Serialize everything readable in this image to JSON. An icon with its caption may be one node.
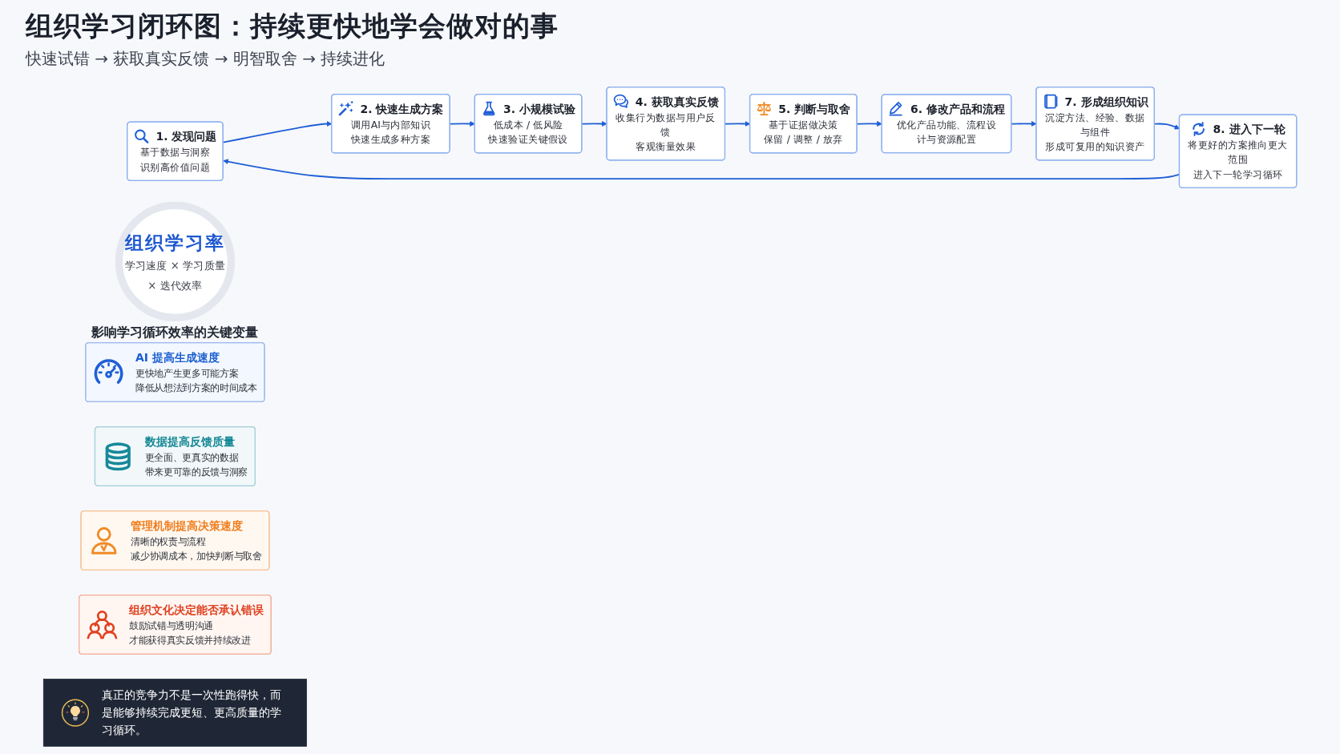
{
  "diagram": {
    "title": "组织学习闭环图：持续更快地学会做对的事",
    "nodes": [
      {
        "text": [
          "1. 发现问题",
          "基于数据与洞察",
          "识别高价值问题"
        ]
      },
      {
        "text": [
          "2. 快速生成方案",
          "调用AI与内部知识",
          "快速生成多种方案"
        ]
      },
      {
        "text": [
          "3. 小规模试验",
          "低成本 / 低风险",
          "快速验证关键假设"
        ]
      },
      {
        "text": [
          "4. 获取真实反馈",
          "收集行为数据与用户反馈",
          "客观衡量效果"
        ]
      },
      {
        "text": [
          "5. 判断与取舍",
          "基于证据做决策",
          "保留 / 调整 / 放弃"
        ]
      },
      {
        "text": [
          "6. 修改产品和流程",
          "优化产品功能、流程设计与资源配置"
        ]
      },
      {
        "text": [
          "7. 形成组织知识",
          "沉淀方法、经验、数据与组件",
          "形成可复用的知识资产"
        ]
      },
      {
        "text": [
          "8. 进入下一轮",
          "将更好的方案推向更大范围",
          "进入下一轮学习循环"
        ]
      },
      {
        "text": [
          "组织学习率",
          "学习速度 × 学习质量 × 迭代效率"
        ]
      },
      {
        "text": [
          "AI 提高生成速度",
          "更快地产生更多可能方案",
          "降低从想法到方案的时间成本"
        ]
      },
      {
        "text": [
          "数据提高反馈质量",
          "更全面、更真实的数据",
          "带来更可靠的反馈与洞察"
        ]
      },
      {
        "text": [
          "管理机制提高决策速度",
          "清晰的权责与流程",
          "减少协调成本，加快判断与取舍"
        ]
      },
      {
        "text": [
          "组织文化决定能否承认错误",
          "鼓励试错与透明沟通",
          "才能获得真实反馈并持续改进"
        ]
      },
      {
        "text": [
          "真正的竞争力不是一次性跑得快，而是能够持续完成更短、更高质量的学习循环。"
        ]
      }
    ],
    "edges": [
      {
        "from": 0,
        "to": 1,
        "arrow": "to"
      },
      {
        "from": 1,
        "to": 2,
        "arrow": "to"
      },
      {
        "from": 2,
        "to": 3,
        "arrow": "to"
      },
      {
        "from": 3,
        "to": 4,
        "arrow": "to"
      },
      {
        "from": 4,
        "to": 5,
        "arrow": "to"
      },
      {
        "from": 5,
        "to": 6,
        "arrow": "to"
      },
      {
        "from": 6,
        "to": 7,
        "arrow": "to"
      },
      {
        "from": 7,
        "to": 0,
        "arrow": "to"
      }
    ],
    "labels": [
      "快速试错 → 获取真实反馈 → 明智取舍 → 持续进化",
      "影响学习循环效率的关键变量"
    ]
  }
}
